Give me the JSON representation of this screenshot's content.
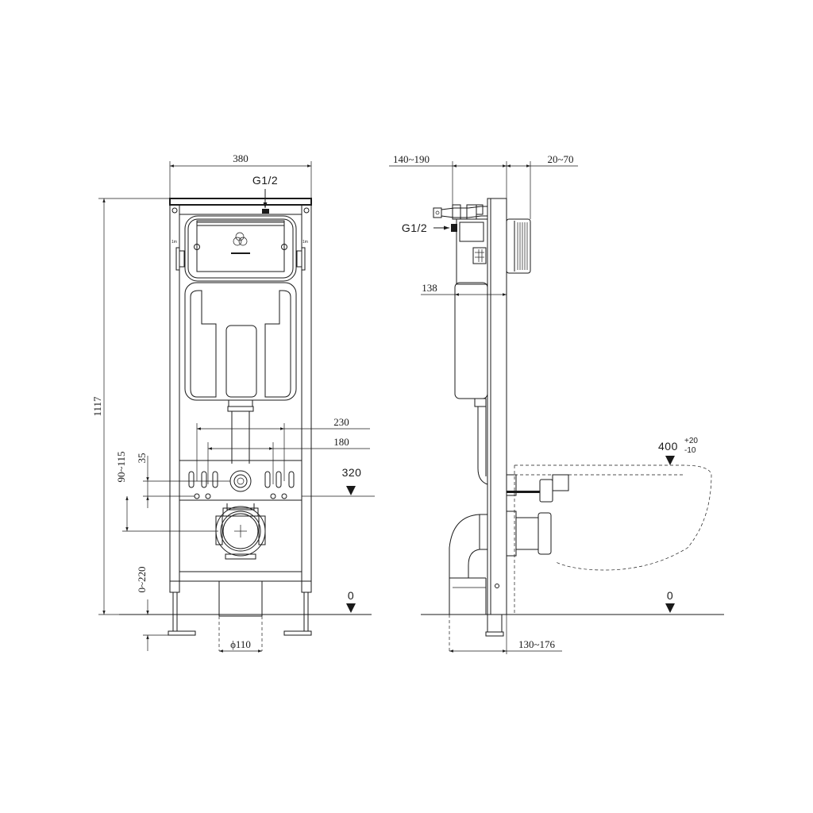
{
  "front_view": {
    "dims": {
      "width": "380",
      "height": "1117",
      "lever_span_outer": "230",
      "lever_span_inner": "180",
      "stud_gap": "35",
      "flush_height": "90~115",
      "foot_adjust": "0~220",
      "waste_diameter": "ϕ110"
    },
    "labels": {
      "water_inlet": "G1/2",
      "axis_height": "320",
      "floor_level": "0",
      "level_mark_left": "1m",
      "level_mark_right": "1m"
    }
  },
  "side_view": {
    "dims": {
      "top_depth": "140~190",
      "wall_offset": "20~70",
      "tank_depth": "138",
      "base_depth": "130~176",
      "bowl_projection": "400",
      "bowl_tol_plus": "+20",
      "bowl_tol_minus": "-10"
    },
    "labels": {
      "water_inlet": "G1/2",
      "floor_level": "0"
    }
  }
}
